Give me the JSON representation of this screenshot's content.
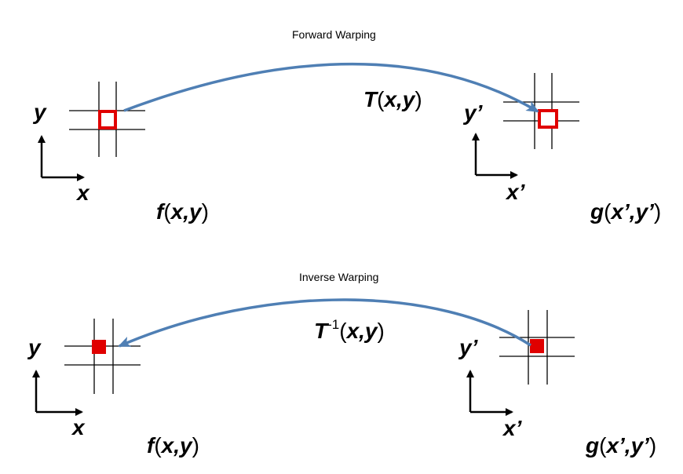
{
  "forward": {
    "title": "Forward Warping",
    "src_y": "y",
    "src_x": "x",
    "dst_y": "y’",
    "dst_x": "x’",
    "f_name": "f",
    "f_args": "x,y",
    "g_name": "g",
    "g_args": "x’,y’",
    "t_name": "T",
    "t_args": "x,y",
    "t_sup": ""
  },
  "inverse": {
    "title": "Inverse Warping",
    "src_y": "y",
    "src_x": "x",
    "dst_y": "y’",
    "dst_x": "x’",
    "f_name": "f",
    "f_args": "x,y",
    "g_name": "g",
    "g_args": "x’,y’",
    "t_name": "T",
    "t_args": "x,y",
    "t_sup": "-1"
  },
  "colors": {
    "arrow": "#4f7fb4",
    "pixel": "#e00000",
    "ink": "#000000"
  }
}
